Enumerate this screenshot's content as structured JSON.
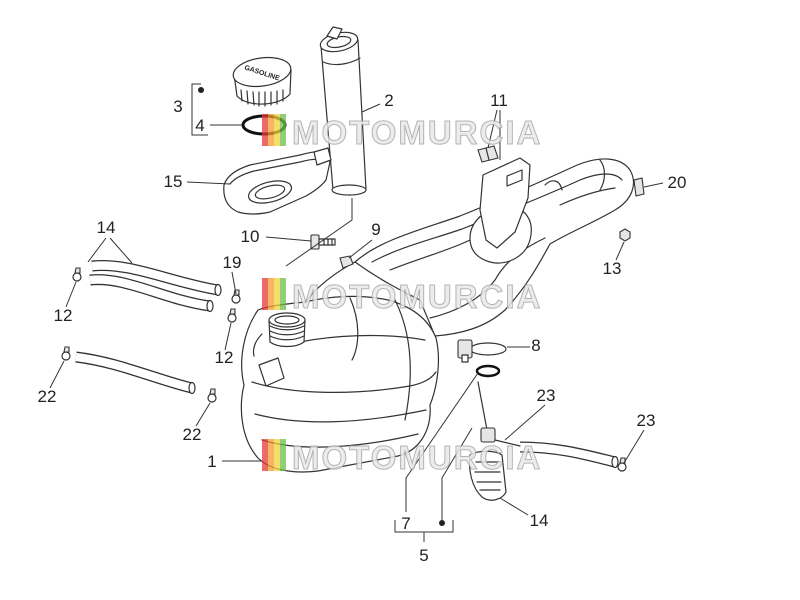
{
  "cap_text": "GASOLINE",
  "watermark": {
    "text": "MOTOMURCIA",
    "colors": [
      "#e53935",
      "#f39c2b",
      "#f2d13b",
      "#6cbf4a"
    ]
  },
  "callouts": [
    {
      "text": "3"
    },
    {
      "text": "4"
    },
    {
      "text": "2"
    },
    {
      "text": "11"
    },
    {
      "text": "15"
    },
    {
      "text": "20"
    },
    {
      "text": "14"
    },
    {
      "text": "10"
    },
    {
      "text": "9"
    },
    {
      "text": "19"
    },
    {
      "text": "13"
    },
    {
      "text": "12"
    },
    {
      "text": "12"
    },
    {
      "text": "8"
    },
    {
      "text": "22"
    },
    {
      "text": "22"
    },
    {
      "text": "23"
    },
    {
      "text": "23"
    },
    {
      "text": "1"
    },
    {
      "text": "14"
    },
    {
      "text": "7"
    },
    {
      "text": "5"
    }
  ]
}
